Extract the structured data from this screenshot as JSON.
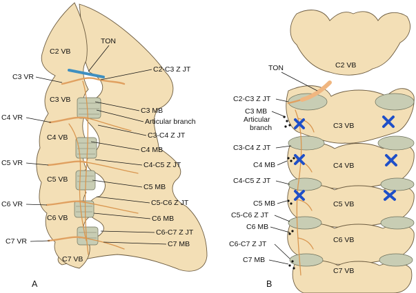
{
  "panel_a": {
    "letter": "A",
    "vertebrae": [
      "C2 VB",
      "C3 VB",
      "C4 VB",
      "C5 VB",
      "C6 VB",
      "C7 VB"
    ],
    "left_labels": [
      "C3 VR",
      "C4 VR",
      "C5 VR",
      "C6 VR",
      "C7 VR"
    ],
    "right_labels": [
      "TON",
      "C2-C3 Z JT",
      "C3 MB",
      "Articular branch",
      "C3-C4 Z JT",
      "C4 MB",
      "C4-C5 Z JT",
      "C5 MB",
      "C5-C6 Z JT",
      "C6 MB",
      "C6-C7 Z JT",
      "C7 MB"
    ]
  },
  "panel_b": {
    "letter": "B",
    "vertebrae": [
      "C2 VB",
      "C3 VB",
      "C4 VB",
      "C5 VB",
      "C6 VB",
      "C7 VB"
    ],
    "left_labels": [
      "TON",
      "C2-C3 Z JT",
      "C3 MB",
      "Articular",
      "branch",
      "C3-C4 Z JT",
      "C4 MB",
      "C4-C5 Z JT",
      "C5 MB",
      "C5-C6 Z JT",
      "C6 MB",
      "C6-C7 Z JT",
      "C7 MB"
    ]
  },
  "colors": {
    "bone": "#f3dfb6",
    "nerve": "#e0a060",
    "disc": "#c8cdb4",
    "lesion_marker": "#1f4fc8",
    "joint_highlight": "#3f8fc0"
  }
}
